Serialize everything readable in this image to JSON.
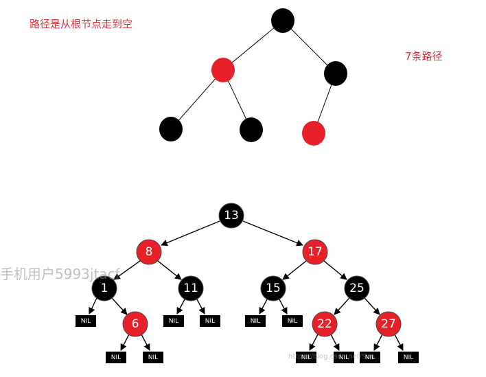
{
  "annotations": {
    "path_note": "路径是从根节点走到空",
    "path_count": "7条路径"
  },
  "watermarks": {
    "left": "手机用户5993jtacf",
    "bottom": "https://blog.csdn.net/Sun..."
  },
  "colors": {
    "red_node": "#e8202a",
    "black_node": "#000000",
    "annotation_text": "#d9323a"
  },
  "simple_tree": {
    "nodes": [
      {
        "id": "a",
        "color": "black"
      },
      {
        "id": "b",
        "color": "red"
      },
      {
        "id": "c",
        "color": "black"
      },
      {
        "id": "d",
        "color": "black"
      },
      {
        "id": "e",
        "color": "black"
      },
      {
        "id": "f",
        "color": "red"
      }
    ],
    "edges": [
      [
        "a",
        "b"
      ],
      [
        "a",
        "c"
      ],
      [
        "b",
        "d"
      ],
      [
        "b",
        "e"
      ],
      [
        "c",
        "f"
      ]
    ]
  },
  "rb_tree": {
    "nodes": [
      {
        "id": "13",
        "label": "13",
        "color": "black"
      },
      {
        "id": "8",
        "label": "8",
        "color": "red"
      },
      {
        "id": "17",
        "label": "17",
        "color": "red"
      },
      {
        "id": "1",
        "label": "1",
        "color": "black"
      },
      {
        "id": "11",
        "label": "11",
        "color": "black"
      },
      {
        "id": "15",
        "label": "15",
        "color": "black"
      },
      {
        "id": "25",
        "label": "25",
        "color": "black"
      },
      {
        "id": "6",
        "label": "6",
        "color": "red"
      },
      {
        "id": "22",
        "label": "22",
        "color": "red"
      },
      {
        "id": "27",
        "label": "27",
        "color": "red"
      }
    ],
    "nil_label": "NIL",
    "nil_count": 11
  }
}
